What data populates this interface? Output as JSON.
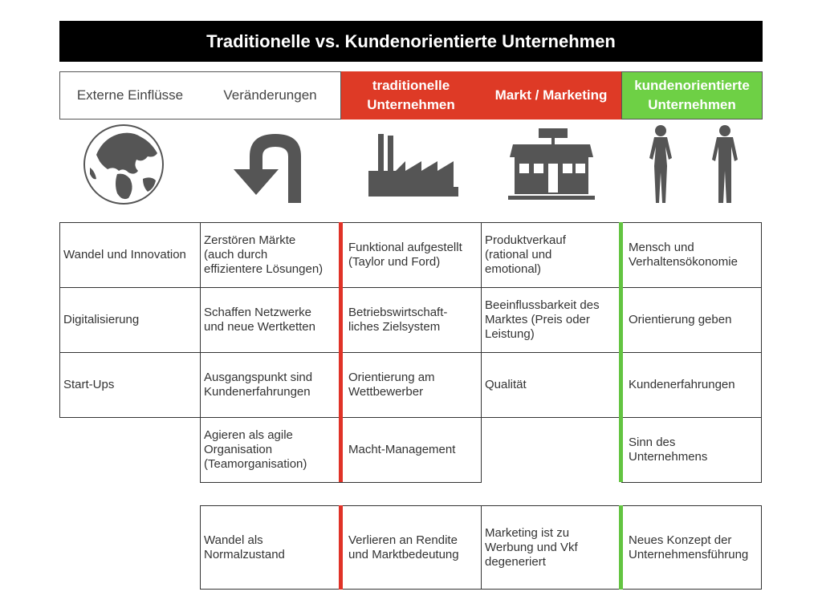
{
  "title": "Traditionelle vs. Kundenorientierte Unternehmen",
  "headers": [
    "Externe Einflüsse",
    "Veränderungen",
    "traditionelle\nUnternehmen",
    "Markt / Marketing",
    "kundenorientierte\nUnternehmen"
  ],
  "icons": [
    "globe-icon",
    "u-turn-arrow-icon",
    "factory-icon",
    "shop-icon",
    "people-icon"
  ],
  "colors": {
    "red": "#de3a26",
    "green": "#6ed045",
    "title_bg": "#000000"
  },
  "table": {
    "rows": [
      [
        "Wandel und Innovation",
        "Zerstören Märkte\n(auch durch\neffizientere Lösungen)",
        "Funktional aufgestellt\n(Taylor und Ford)",
        "Produktverkauf\n(rational und\nemotional)",
        "Mensch und\nVerhaltensökonomie"
      ],
      [
        "Digitalisierung",
        "Schaffen Netzwerke\nund neue Wertketten",
        "Betriebswirtschaft-\nliches Zielsystem",
        "Beeinflussbarkeit des\nMarktes (Preis oder\nLeistung)",
        "Orientierung geben"
      ],
      [
        "Start-Ups",
        "Ausgangspunkt sind\nKundenerfahrungen",
        "Orientierung am\nWettbewerber",
        "Qualität",
        "Kundenerfahrungen"
      ],
      [
        "",
        "Agieren als agile\nOrganisation\n(Teamorganisation)",
        "Macht-Management",
        "",
        "Sinn des\nUnternehmens"
      ]
    ],
    "summary": [
      "",
      "Wandel als\nNormalzustand",
      "Verlieren an Rendite\nund Marktbedeutung",
      "Marketing ist zu\nWerbung und Vkf\ndegeneriert",
      "Neues Konzept der\nUnternehmensführung"
    ]
  }
}
